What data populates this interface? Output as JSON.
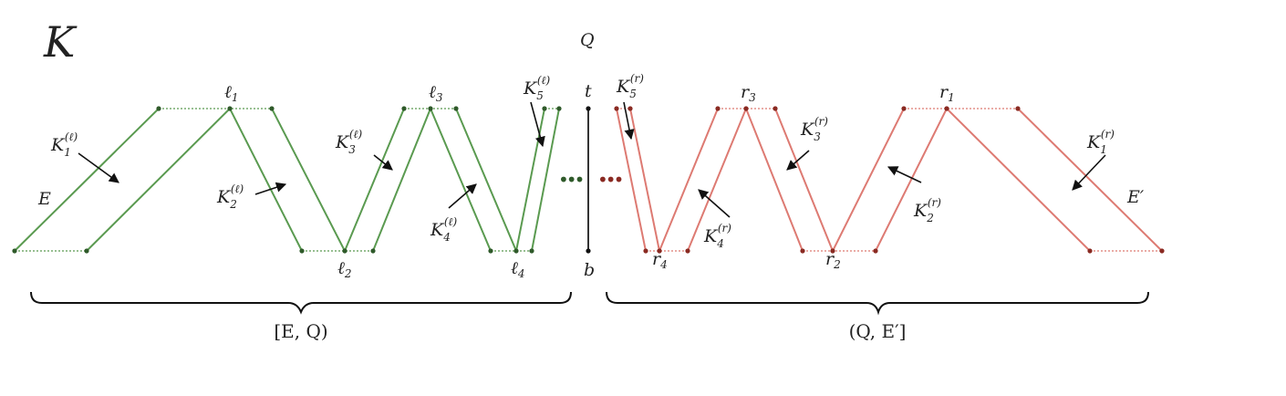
{
  "title": "K",
  "q_label": "Q",
  "top_label": "t",
  "bottom_label": "b",
  "edge_left": "E",
  "edge_right": "E′",
  "left_vertices": {
    "l1": {
      "base": "ℓ",
      "sub": "1"
    },
    "l2": {
      "base": "ℓ",
      "sub": "2"
    },
    "l3": {
      "base": "ℓ",
      "sub": "3"
    },
    "l4": {
      "base": "ℓ",
      "sub": "4"
    }
  },
  "right_vertices": {
    "r1": {
      "base": "r",
      "sub": "1"
    },
    "r2": {
      "base": "r",
      "sub": "2"
    },
    "r3": {
      "base": "r",
      "sub": "3"
    },
    "r4": {
      "base": "r",
      "sub": "4"
    }
  },
  "left_pieces": [
    {
      "base": "K",
      "sub": "1",
      "sup": "(ℓ)"
    },
    {
      "base": "K",
      "sub": "2",
      "sup": "(ℓ)"
    },
    {
      "base": "K",
      "sub": "3",
      "sup": "(ℓ)"
    },
    {
      "base": "K",
      "sub": "4",
      "sup": "(ℓ)"
    },
    {
      "base": "K",
      "sub": "5",
      "sup": "(ℓ)"
    }
  ],
  "right_pieces": [
    {
      "base": "K",
      "sub": "1",
      "sup": "(r)"
    },
    {
      "base": "K",
      "sub": "2",
      "sup": "(r)"
    },
    {
      "base": "K",
      "sub": "3",
      "sup": "(r)"
    },
    {
      "base": "K",
      "sub": "4",
      "sup": "(r)"
    },
    {
      "base": "K",
      "sub": "5",
      "sup": "(r)"
    }
  ],
  "ellipsis": "•••",
  "left_interval": "[E, Q)",
  "right_interval": "(Q, E′]",
  "colors": {
    "left": "#5a9a50",
    "right": "#dd7a72",
    "center": "#333333"
  }
}
